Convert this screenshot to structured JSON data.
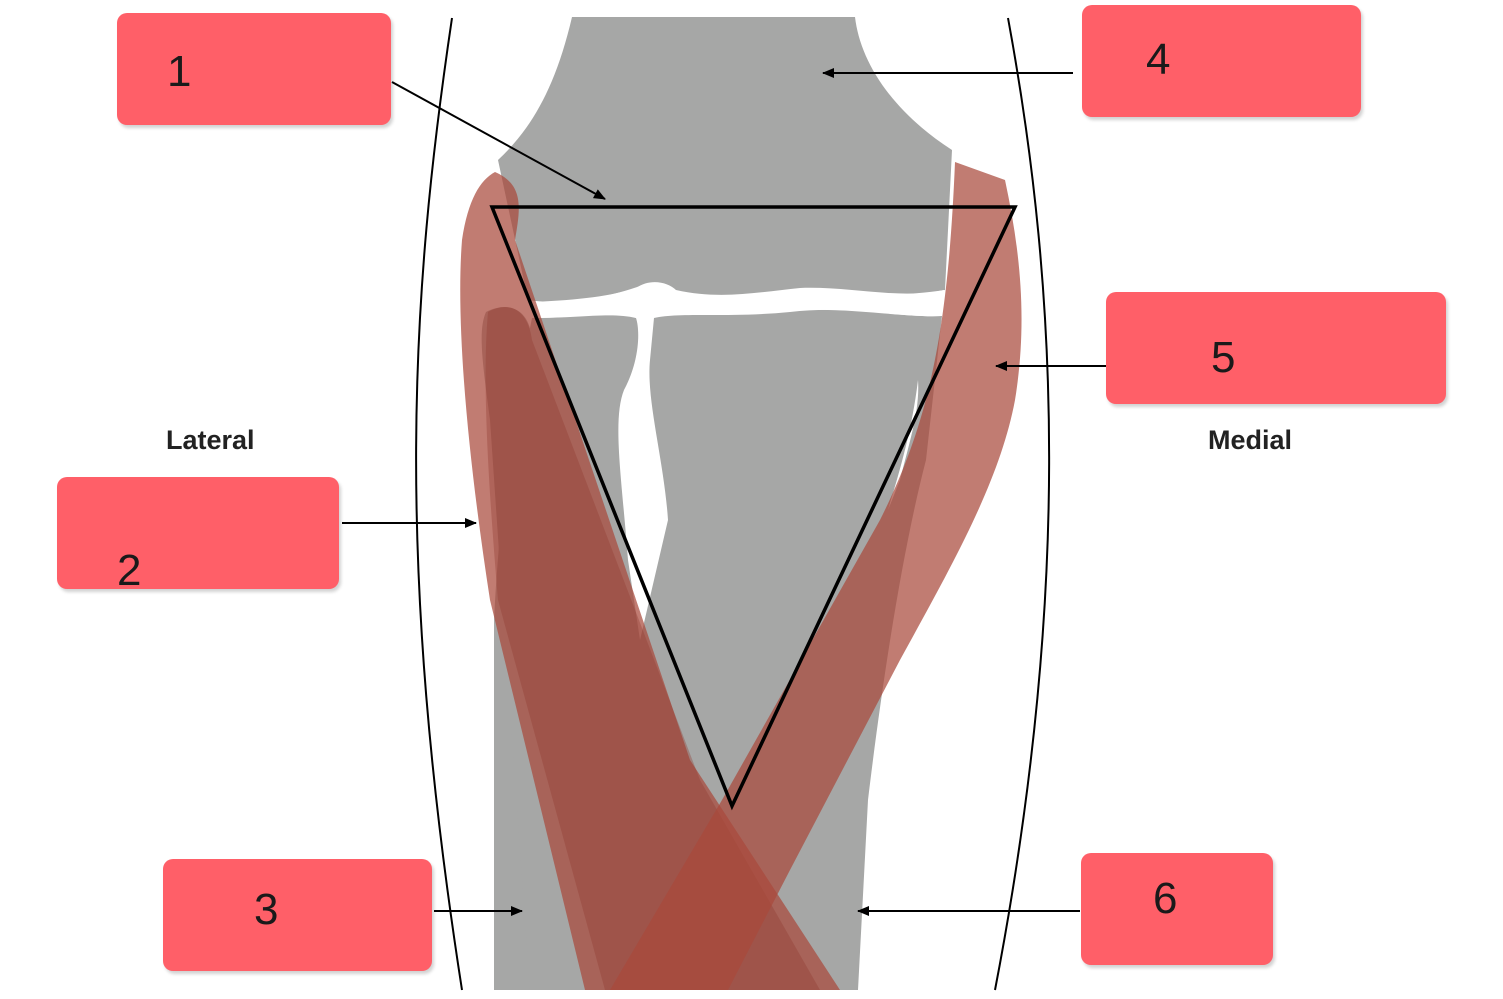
{
  "sides": {
    "left": "Lateral",
    "right": "Medial"
  },
  "labels": [
    {
      "id": "1",
      "text": "1"
    },
    {
      "id": "2",
      "text": "2"
    },
    {
      "id": "3",
      "text": "3"
    },
    {
      "id": "4",
      "text": "4"
    },
    {
      "id": "5",
      "text": "5"
    },
    {
      "id": "6",
      "text": "6"
    }
  ],
  "colors": {
    "label_box": "#ff5f68",
    "bone": "#a6a7a6",
    "muscle": "#a9493b",
    "outline": "#000000"
  }
}
